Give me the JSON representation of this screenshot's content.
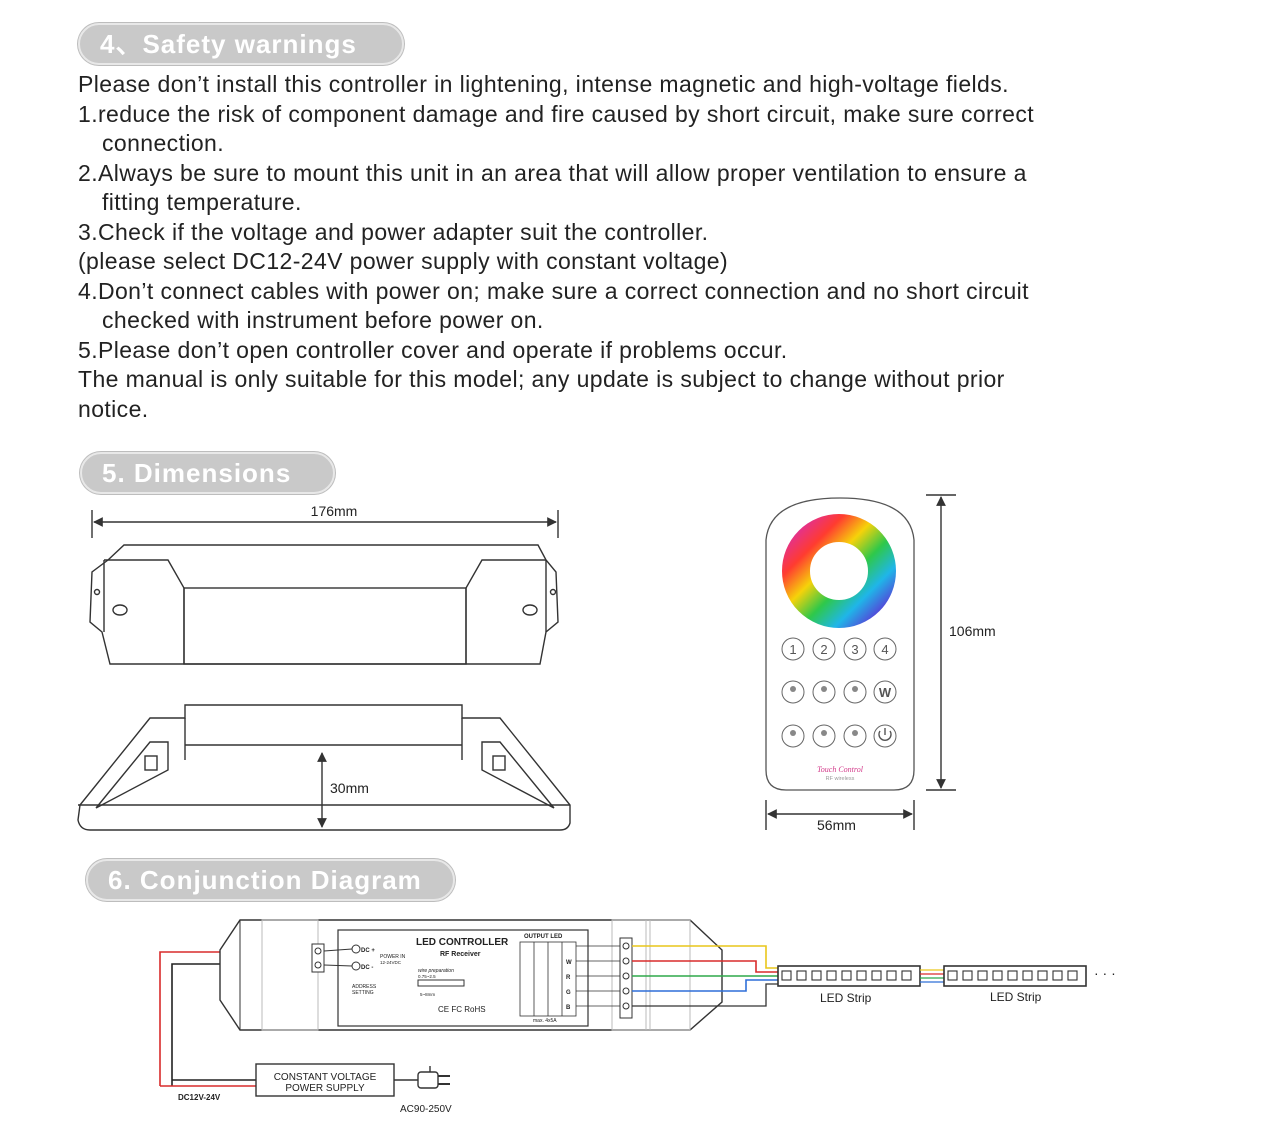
{
  "sections": {
    "safety": {
      "title": "4、Safety warnings",
      "lines": [
        "Please don’t install this controller in lightening, intense magnetic and high-voltage fields.",
        "1.reduce the risk of component damage and fire caused by short circuit, make sure correct",
        "connection.",
        "2.Always be sure to mount this unit in an area that will allow proper ventilation to ensure a",
        "fitting temperature.",
        "3.Check if the voltage and power adapter suit the controller.",
        "(please select DC12-24V power supply with constant voltage)",
        "4.Don’t connect cables with power on; make sure a correct connection and no short circuit",
        "checked with instrument before power on.",
        "5.Please don’t open controller cover and operate if problems occur.",
        "The manual is only suitable for this model; any update is subject to change without prior",
        "notice."
      ]
    },
    "dimensions": {
      "title": "5. Dimensions",
      "controller_length": "176mm",
      "controller_height": "30mm",
      "remote_height": "106mm",
      "remote_width": "56mm",
      "remote": {
        "number_keys": [
          "1",
          "2",
          "3",
          "4"
        ],
        "w_key": "W",
        "brand_line1": "Touch Control",
        "brand_line2": "RF wireless"
      }
    },
    "conjunction": {
      "title": "6. Conjunction Diagram",
      "controller_title": "LED CONTROLLER",
      "controller_subtitle": "RF Receiver",
      "dc_plus": "DC +",
      "dc_minus": "DC -",
      "power_in": "POWER IN",
      "power_in_range": "12-24VDC",
      "wire_preparation": "wire preparation",
      "wire_size": "0.75~2.5",
      "wire_strip": "5~8mm",
      "address": "ADDRESS",
      "setting": "SETTING",
      "certs": "CE FC RoHS",
      "output_led": "OUTPUT LED",
      "max_current": "max. 4x5A",
      "channels": [
        "W",
        "R",
        "G",
        "B"
      ],
      "supply_line1": "CONSTANT VOLTAGE",
      "supply_line2": "POWER SUPPLY",
      "dc_label": "DC12V-24V",
      "ac_label": "AC90-250V",
      "strip1": "LED Strip",
      "strip2": "LED Strip",
      "ellipsis": "· · ·"
    }
  },
  "colors": {
    "pill_bg": "#c9c9c9",
    "wire_red": "#d92b2b",
    "wire_yellow": "#e9c61a",
    "wire_green": "#2fa84a",
    "wire_blue": "#2f6fd8",
    "brand_pink": "#d33a8a"
  }
}
